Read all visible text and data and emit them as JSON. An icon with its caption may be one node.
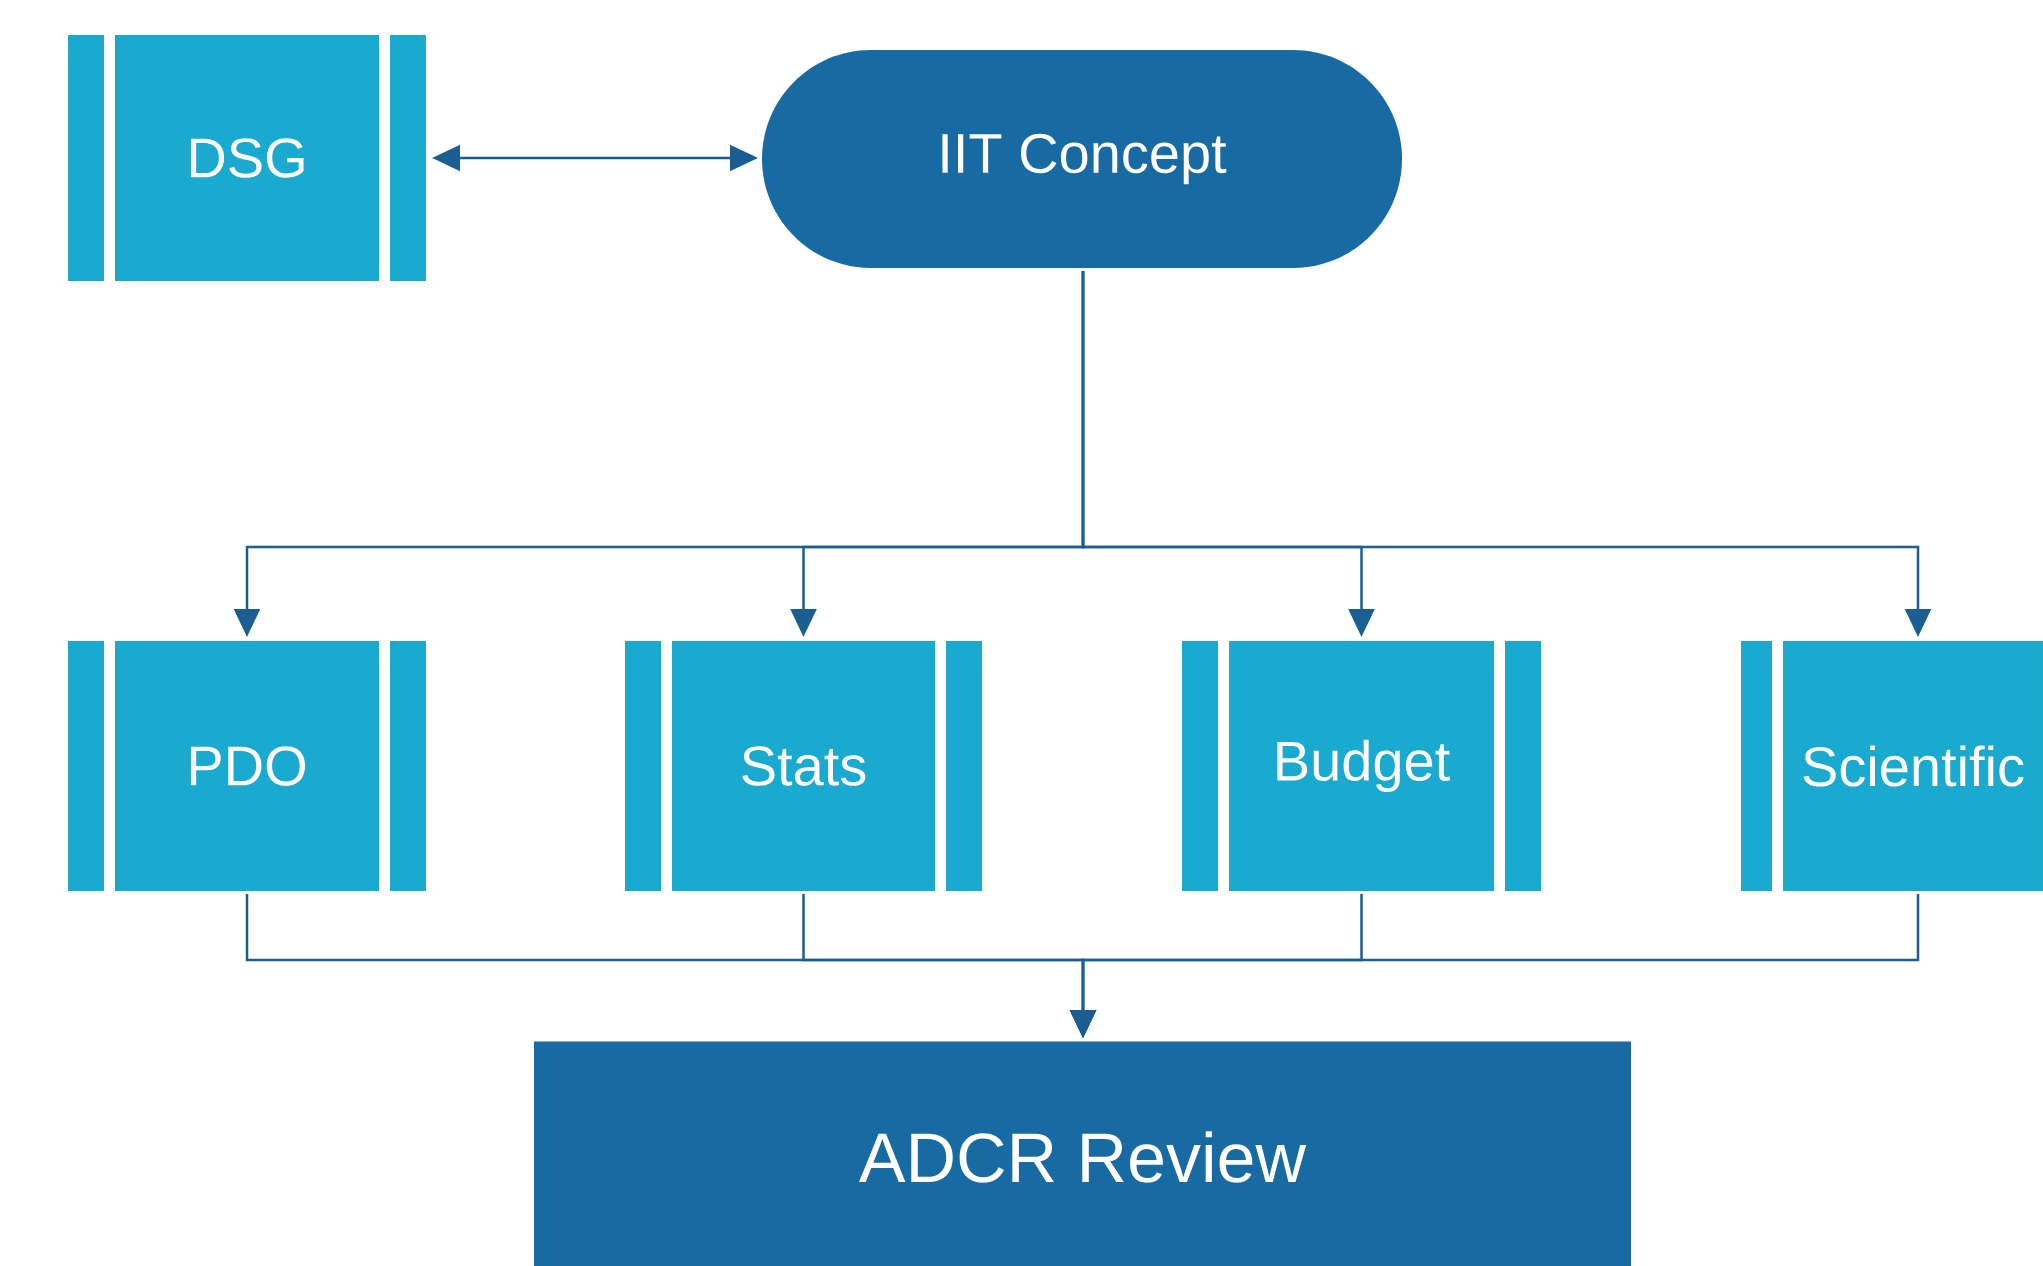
{
  "diagram": {
    "nodes": [
      {
        "text": [
          "DSG"
        ]
      },
      {
        "text": [
          "IIT Concept"
        ]
      },
      {
        "text": [
          "PDO"
        ]
      },
      {
        "text": [
          "Stats"
        ]
      },
      {
        "text": [
          "Budget"
        ]
      },
      {
        "text": [
          "Scientific"
        ]
      },
      {
        "text": [
          "ADCR Review"
        ]
      }
    ],
    "edges": [
      {
        "from": 0,
        "to": 1,
        "arrow": "both"
      },
      {
        "from": 1,
        "to": 2,
        "arrow": "to"
      },
      {
        "from": 1,
        "to": 3,
        "arrow": "to"
      },
      {
        "from": 1,
        "to": 4,
        "arrow": "to"
      },
      {
        "from": 1,
        "to": 5,
        "arrow": "to"
      },
      {
        "from": 2,
        "to": 6,
        "arrow": "to"
      },
      {
        "from": 3,
        "to": 6,
        "arrow": "to"
      },
      {
        "from": 4,
        "to": 6,
        "arrow": "to"
      },
      {
        "from": 5,
        "to": 6,
        "arrow": "to"
      }
    ]
  }
}
